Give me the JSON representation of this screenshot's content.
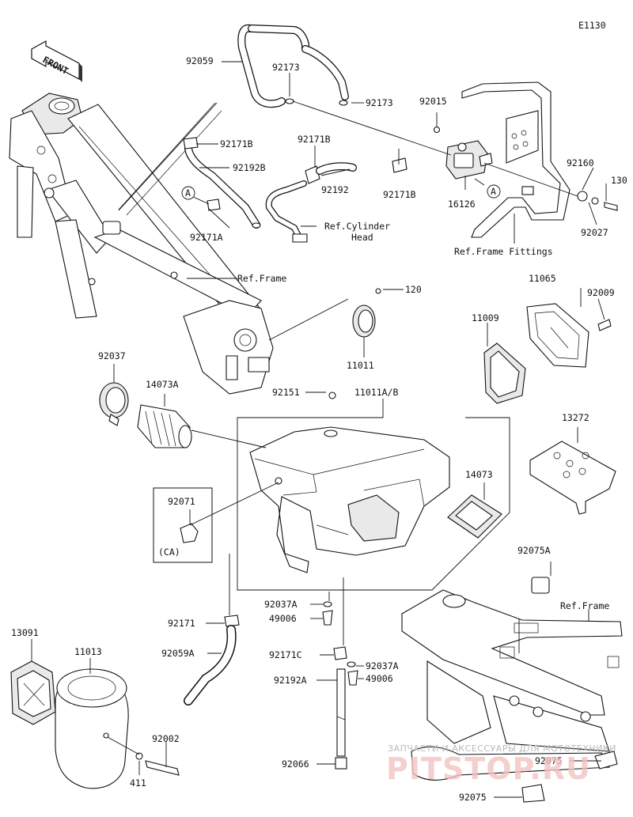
{
  "diagram_code": "E1130",
  "front_label": "FRONT",
  "labels": {
    "p92059": "92059",
    "p92173a": "92173",
    "p92173b": "92173",
    "p92015": "92015",
    "p92171B_1": "92171B",
    "p92192B": "92192B",
    "pA1": "A",
    "p92171A": "92171A",
    "p92171B_2": "92171B",
    "p92192": "92192",
    "p92171B_3": "92171B",
    "p16126": "16126",
    "pA2": "A",
    "p92160": "92160",
    "p130": "130",
    "p92027": "92027",
    "refCyl1": "Ref.Cylinder",
    "refCyl2": "Head",
    "refFrameFit": "Ref.Frame Fittings",
    "refFrame1": "Ref.Frame",
    "p120": "120",
    "p11065": "11065",
    "p92009": "92009",
    "p11011": "11011",
    "p11009": "11009",
    "p92037": "92037",
    "p14073A": "14073A",
    "p92151": "92151",
    "p11011AB": "11011A/B",
    "p13272": "13272",
    "p14073": "14073",
    "p92071": "92071",
    "pCA": "(CA)",
    "p92075A": "92075A",
    "refFrame2": "Ref.Frame",
    "p92037A_1": "92037A",
    "p49006_1": "49006",
    "p92171": "92171",
    "p13091": "13091",
    "p11013": "11013",
    "p92059A": "92059A",
    "p92171C": "92171C",
    "p92037A_2": "92037A",
    "p49006_2": "49006",
    "p92192A": "92192A",
    "p92002": "92002",
    "p411": "411",
    "p92066": "92066",
    "p92075a": "92075",
    "p92075b": "92075"
  },
  "watermark": {
    "line1": "ЗАПЧАСТИ И АКСЕССУАРЫ ДЛЯ МОТОТЕХНИКИ",
    "line2": "PITSTOP.RU"
  }
}
